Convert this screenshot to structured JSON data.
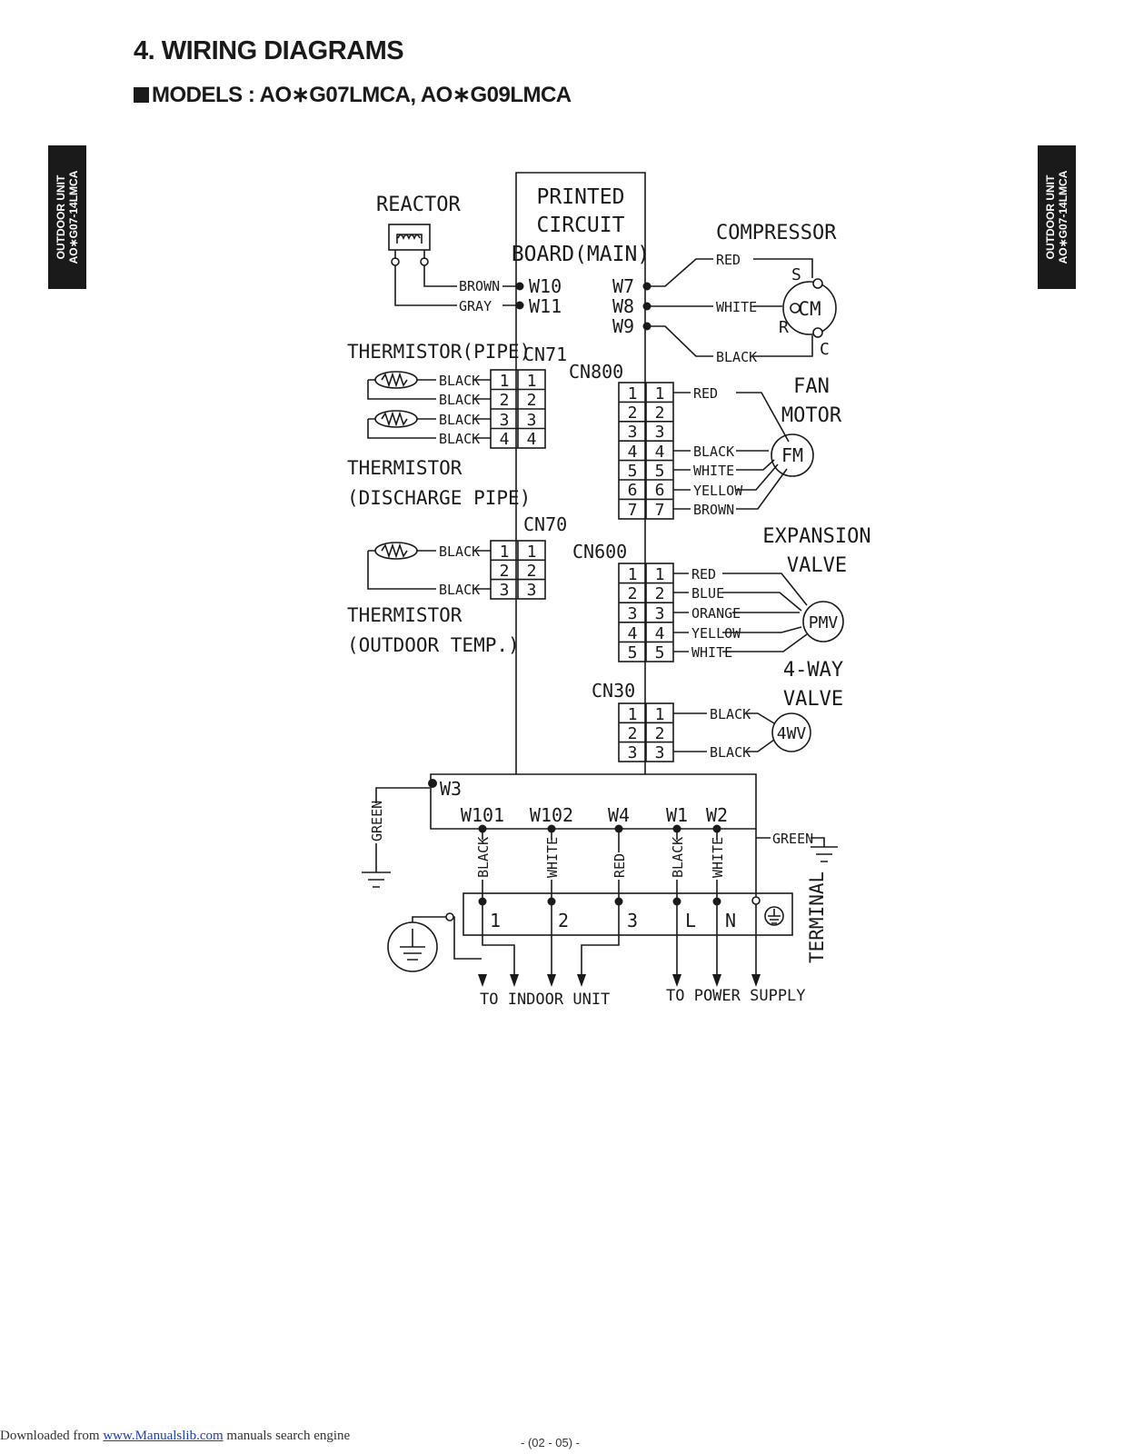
{
  "header": {
    "title": "4. WIRING DIAGRAMS",
    "models": "MODELS : AO∗G07LMCA, AO∗G09LMCA"
  },
  "side_tab": {
    "line1": "OUTDOOR UNIT",
    "line2": "AO∗G07-14LMCA"
  },
  "diagram": {
    "pcb": [
      "PRINTED",
      "CIRCUIT",
      "BOARD(MAIN)"
    ],
    "reactor": {
      "label": "REACTOR",
      "wire1": "BROWN",
      "wire2": "GRAY",
      "term1": "W10",
      "term2": "W11"
    },
    "compressor": {
      "label": "COMPRESSOR",
      "symbol": "CM",
      "wires": [
        "RED",
        "WHITE",
        "BLACK"
      ],
      "terms": [
        "W7",
        "W8",
        "W9"
      ],
      "pins": [
        "S",
        "R",
        "C"
      ]
    },
    "thermistor_pipe": {
      "label": "THERMISTOR(PIPE)",
      "connector": "CN71"
    },
    "thermistor_discharge": {
      "label1": "THERMISTOR",
      "label2": "(DISCHARGE PIPE)"
    },
    "cn71_wires": [
      "BLACK",
      "BLACK",
      "BLACK",
      "BLACK"
    ],
    "cn71_pins": [
      "1",
      "2",
      "3",
      "4"
    ],
    "thermistor_outdoor": {
      "label1": "THERMISTOR",
      "label2": "(OUTDOOR TEMP.)",
      "connector": "CN70",
      "wires": [
        "BLACK",
        "BLACK"
      ],
      "pins": [
        "1",
        "2",
        "3"
      ]
    },
    "fan_motor": {
      "label1": "FAN",
      "label2": "MOTOR",
      "symbol": "FM",
      "connector": "CN800",
      "pins": [
        "1",
        "2",
        "3",
        "4",
        "5",
        "6",
        "7"
      ],
      "wires": [
        "RED",
        "BLACK",
        "WHITE",
        "YELLOW",
        "BROWN"
      ]
    },
    "expansion_valve": {
      "label1": "EXPANSION",
      "label2": "VALVE",
      "symbol": "PMV",
      "connector": "CN600",
      "pins": [
        "1",
        "2",
        "3",
        "4",
        "5"
      ],
      "wires": [
        "RED",
        "BLUE",
        "ORANGE",
        "YELLOW",
        "WHITE"
      ]
    },
    "four_way_valve": {
      "label1": "4-WAY",
      "label2": "VALVE",
      "symbol": "4WV",
      "connector": "CN30",
      "pins": [
        "1",
        "2",
        "3"
      ],
      "wires": [
        "BLACK",
        "BLACK"
      ]
    },
    "ground": {
      "term": "W3",
      "wire": "GREEN"
    },
    "bottom_terms": [
      "W101",
      "W102",
      "W4",
      "W1",
      "W2"
    ],
    "bottom_wires": [
      "BLACK",
      "WHITE",
      "RED",
      "BLACK",
      "WHITE"
    ],
    "terminal": {
      "label": "TERMINAL",
      "pins": [
        "1",
        "2",
        "3",
        "L",
        "N"
      ],
      "green": "GREEN"
    },
    "to_indoor": "TO INDOOR UNIT",
    "to_power": "TO POWER SUPPLY"
  },
  "footer": {
    "prefix": "Downloaded from ",
    "link": "www.Manualslib.com",
    "suffix": " manuals search engine",
    "page": "- (02 - 05) -"
  }
}
